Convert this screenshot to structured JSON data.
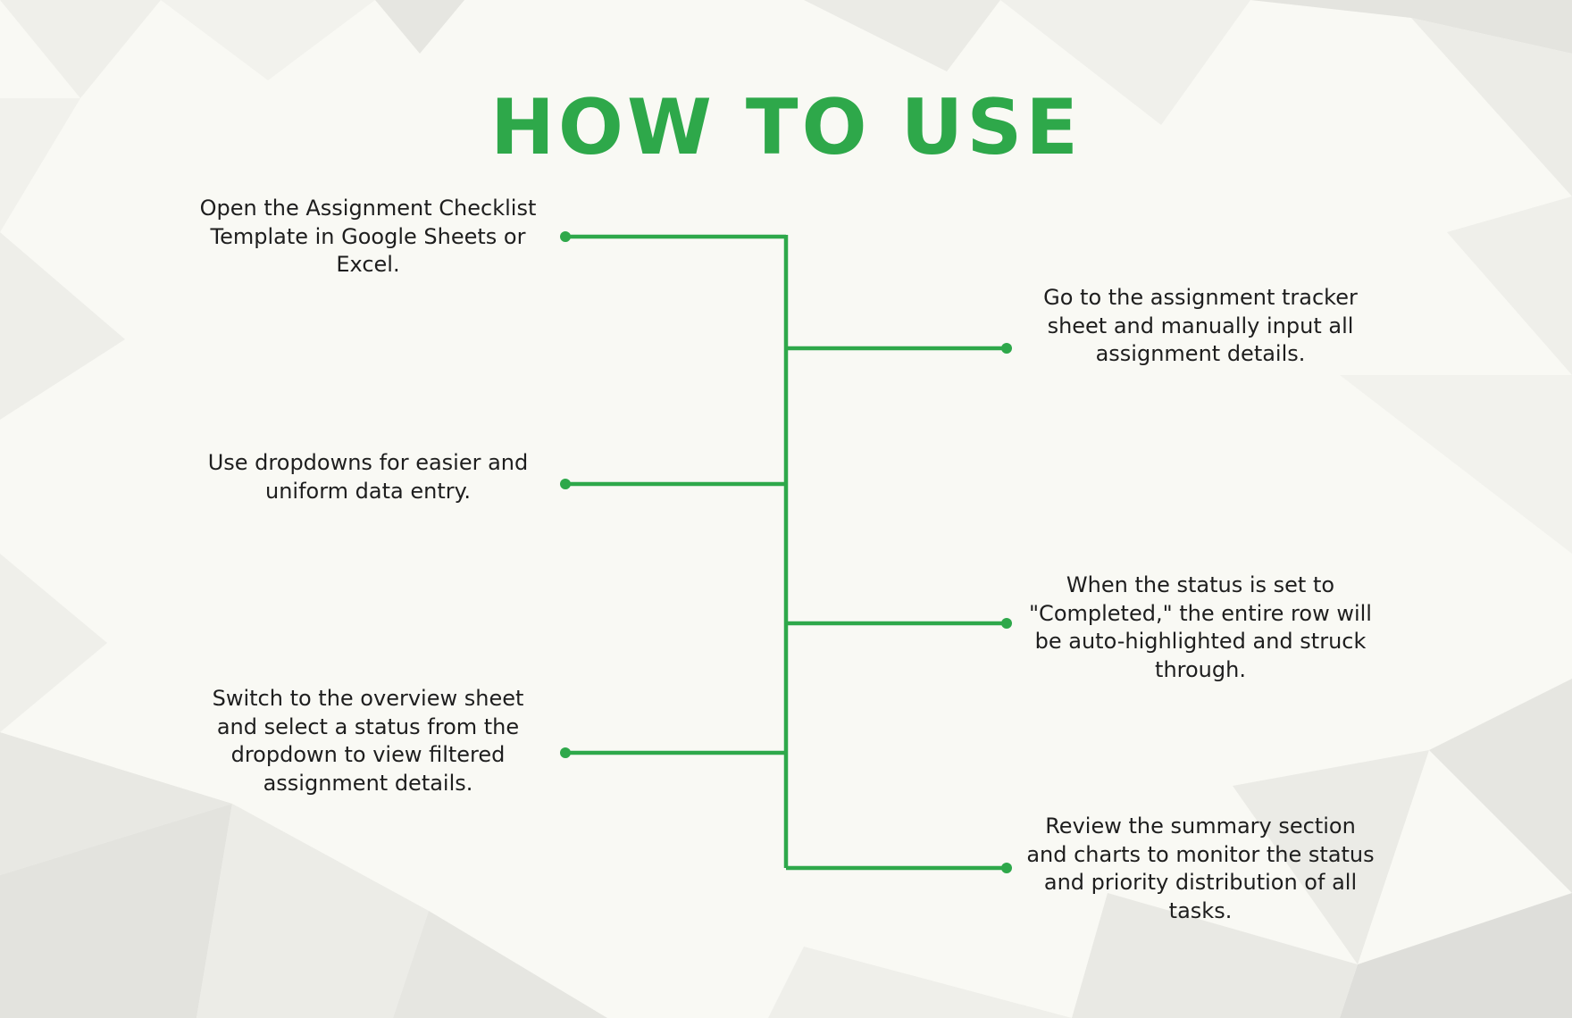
{
  "title": "HOW TO USE",
  "colors": {
    "accent": "#2ea84a",
    "background": "#f9f9f4",
    "text": "#1e1e1e"
  },
  "steps": [
    {
      "side": "left",
      "text": "Open the Assignment Checklist Template in Google Sheets or Excel."
    },
    {
      "side": "right",
      "text": "Go to the assignment tracker sheet and manually input all assignment details."
    },
    {
      "side": "left",
      "text": "Use dropdowns for easier and uniform data entry."
    },
    {
      "side": "right",
      "text": "When the status is set to \"Completed,\" the entire row will be auto-highlighted and struck through."
    },
    {
      "side": "left",
      "text": "Switch to the overview sheet and select a status from the dropdown to view filtered assignment details."
    },
    {
      "side": "right",
      "text": "Review the summary section and charts to monitor the status and priority distribution of all tasks."
    }
  ]
}
